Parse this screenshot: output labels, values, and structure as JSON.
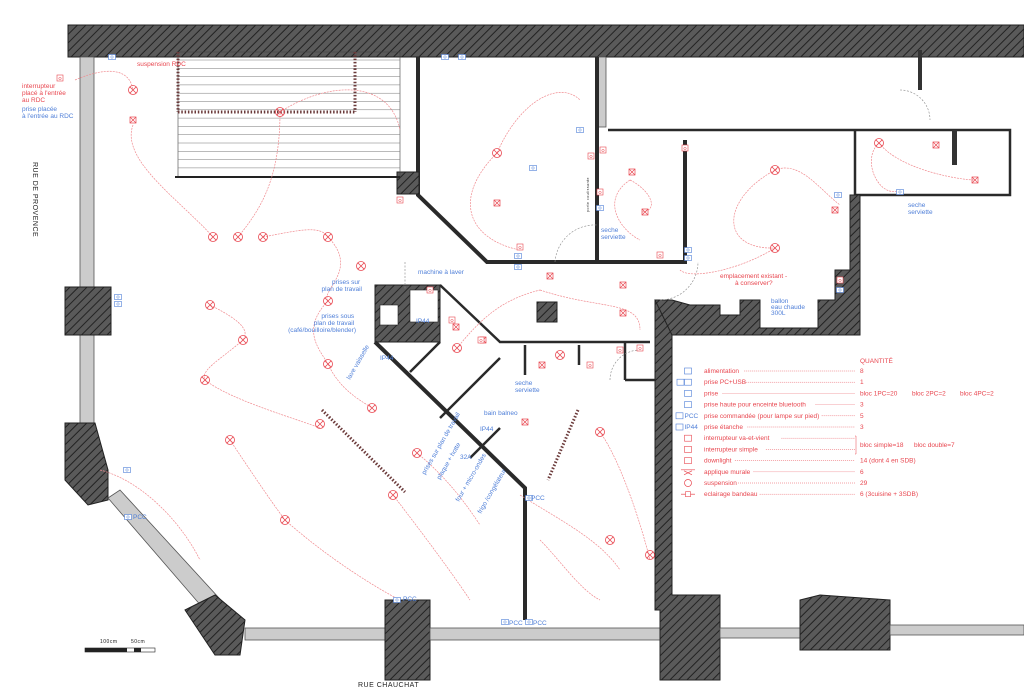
{
  "streets": {
    "left": "RUE DE PROVENCE",
    "bottom": "RUE CHAUCHAT"
  },
  "scale": {
    "label_100": "100cm",
    "label_50": "50cm"
  },
  "annotations": {
    "interrupteur_rdc": [
      "interrupteur",
      "placé à l'entrée",
      "au RDC"
    ],
    "prise_rdc": [
      "prise placée",
      "à l'entrée au RDC"
    ],
    "suspension_rdc": "suspension RDC",
    "machine_a_laver": "machine à laver",
    "prises_sur": [
      "prises sur",
      "plan de travail"
    ],
    "prises_sous": [
      "prises sous",
      "plan de travail",
      "(café/bouilloire/blender)"
    ],
    "lave_vaisselle": "lave vaisselle",
    "ip44": "IP44",
    "seche_serviette": [
      "seche",
      "serviette"
    ],
    "bain_balneo": "bain balneo",
    "prises_sur_diag": "prises sur plan de travail",
    "plaque_hotte": "plaque + hotte",
    "four": "four + micro-ondes",
    "frigo": "frigo /congélateur",
    "amp": "32A",
    "pcc": "PCC",
    "emplacement": [
      "emplacement existant -",
      "à conserver?"
    ],
    "ballon": [
      "ballon",
      "eau chaude",
      "300L"
    ],
    "porte": "porte coulissante"
  },
  "legend": {
    "header": "QUANTITÉ",
    "items": [
      {
        "icon": "alimentation-icon",
        "label": "alimentation",
        "qty": "8"
      },
      {
        "icon": "prise-pc-usb-icon",
        "label": "prise PC+USB",
        "qty": "1"
      },
      {
        "icon": "prise-icon",
        "label": "prise",
        "qty": "bloc 1PC=20",
        "qty2": "bloc 2PC=2",
        "qty3": "bloc 4PC=2"
      },
      {
        "icon": "prise-haute-icon",
        "label": "prise haute pour enceinte bluetooth",
        "qty": "3"
      },
      {
        "icon": "prise-commandee-icon",
        "label": "prise commandée (pour lampe sur pied)",
        "qty": "5",
        "tag": "PCC"
      },
      {
        "icon": "prise-etanche-icon",
        "label": "prise étanche",
        "qty": "3",
        "tag": "IP44"
      },
      {
        "icon": "interrupteur-va-et-vient-icon",
        "label": "interrupteur va-et-vient",
        "qty": ""
      },
      {
        "icon": "interrupteur-simple-icon",
        "label": "interrupteur simple",
        "qty": ""
      },
      {
        "icon": "downlight-icon",
        "label": "downlight",
        "qty": "14 (dont 4 en SDB)"
      },
      {
        "icon": "applique-murale-icon",
        "label": "applique murale",
        "qty": "6"
      },
      {
        "icon": "suspension-icon",
        "label": "suspension",
        "qty": "29"
      },
      {
        "icon": "eclairage-bandeau-icon",
        "label": "eclairage bandeau",
        "qty": "6  (3cuisine + 3SDB)"
      }
    ],
    "switch_group": {
      "simple": "bloc simple=18",
      "double": "bloc double=7"
    }
  },
  "colors": {
    "electric": "#e8464f",
    "outlet": "#4f7fd8",
    "wall": "#3a3a3a"
  }
}
